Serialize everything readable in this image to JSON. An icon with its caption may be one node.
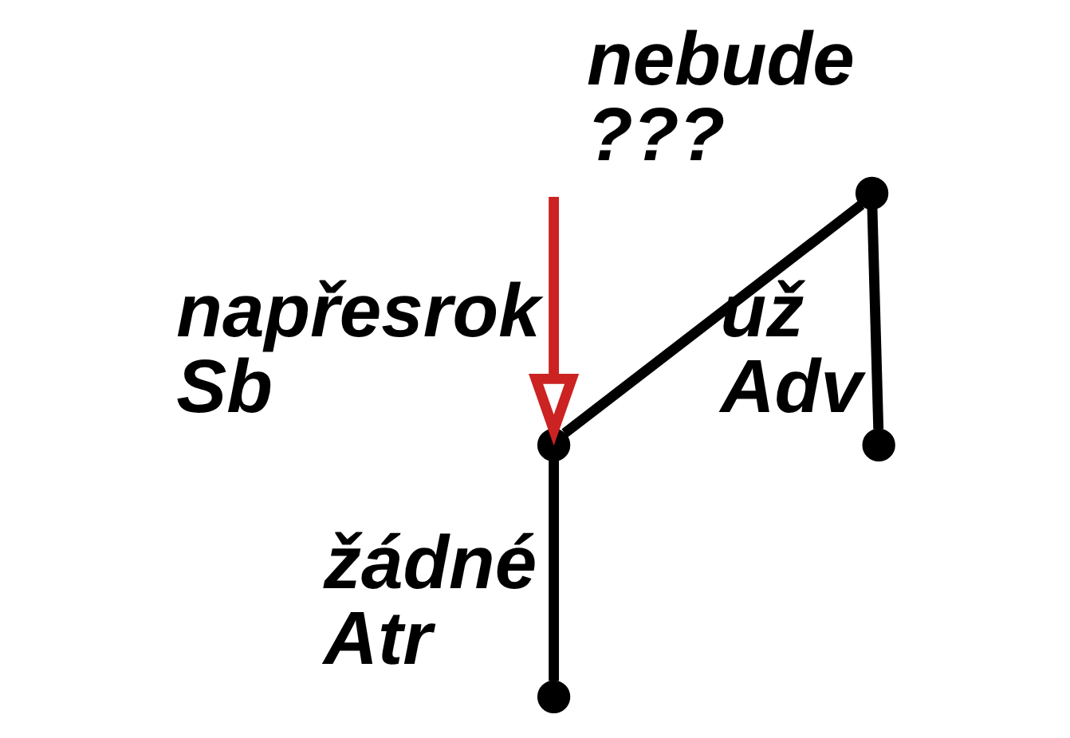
{
  "diagram": {
    "nodes": [
      {
        "text": [],
        "shape": "circle",
        "beside": [
          "nebude",
          "???"
        ]
      },
      {
        "text": [],
        "shape": "circle",
        "beside": [
          "napřesrok",
          "Sb"
        ]
      },
      {
        "text": [],
        "shape": "circle",
        "beside": [
          "už",
          "Adv"
        ]
      },
      {
        "text": [],
        "shape": "circle",
        "beside": [
          "žádné",
          "Atr"
        ]
      }
    ],
    "edges": [
      {
        "from": 0,
        "to": 1,
        "arrow": "none"
      },
      {
        "from": 0,
        "to": 2,
        "arrow": "none"
      },
      {
        "from": 1,
        "to": 3,
        "arrow": "none"
      },
      {
        "from": null,
        "to": 1,
        "arrow": "to",
        "color": "#cc2222"
      }
    ]
  }
}
